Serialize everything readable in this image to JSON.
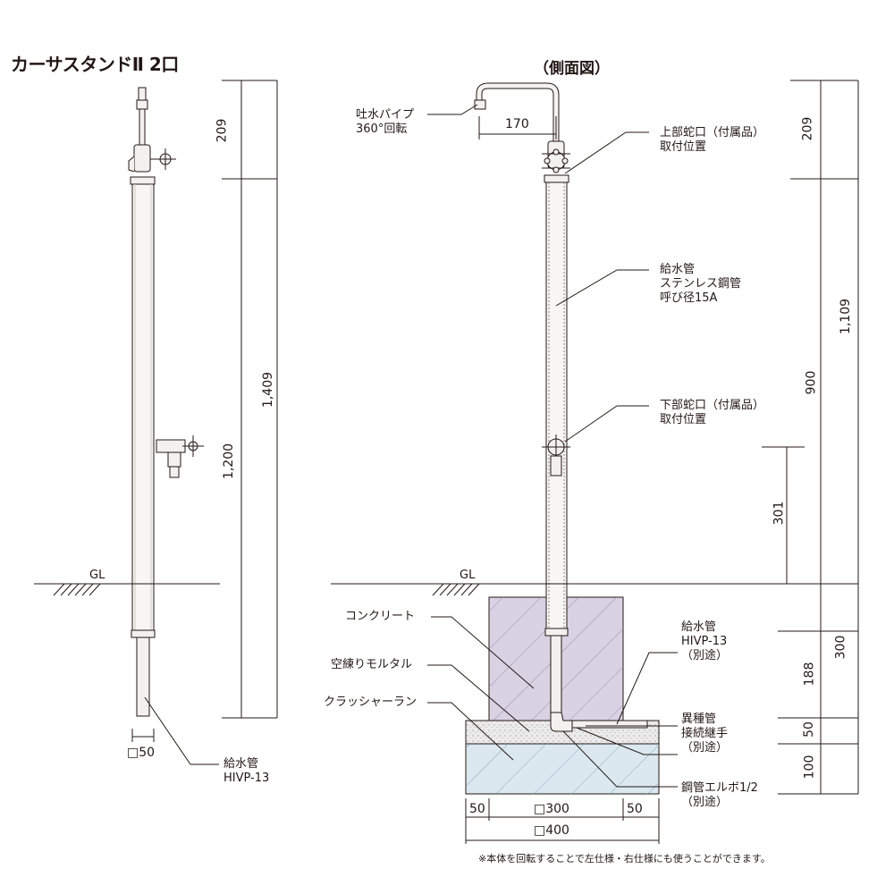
{
  "title": "カーサスタンドⅡ 2口",
  "side_title": "（側面図）",
  "front": {
    "gl": "GL",
    "dims": {
      "top": "209",
      "total": "1,409",
      "pipe": "1,200",
      "width": "□50"
    },
    "labels": {
      "supply_pipe": "給水管\nHIVP-13"
    }
  },
  "side": {
    "gl": "GL",
    "labels": {
      "spout": "吐水パイプ\n360°回転",
      "upper_faucet": "上部蛇口（付属品）\n取付位置",
      "supply_pipe": "給水管\nステンレス鋼管\n呼び径15A",
      "lower_faucet": "下部蛇口（付属品）\n取付位置",
      "concrete": "コンクリート",
      "mortar": "空練りモルタル",
      "crusher_run": "クラッシャーラン",
      "hivp": "給水管\nHIVP-13\n（別途）",
      "joint": "異種管\n接続継手\n（別途）",
      "elbow": "鋼管エルボ1/2\n（別途）"
    },
    "dims": {
      "spout_reach": "170",
      "top": "209",
      "total_above": "1,109",
      "upper_to_lower": "900",
      "lower_height": "301",
      "below_gl": "300",
      "concrete_depth": "188",
      "mortar_depth": "50",
      "crusher_depth": "100",
      "margin_left": "50",
      "inner_width": "□300",
      "margin_right": "50",
      "outer_width": "□400"
    }
  },
  "note": "※本体を回転することで左仕様・右仕様にも使うことができます。"
}
